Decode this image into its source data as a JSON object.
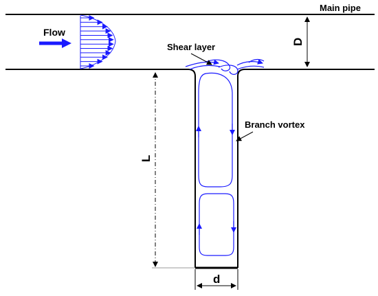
{
  "labels": {
    "main_pipe": "Main pipe",
    "flow": "Flow",
    "shear_layer": "Shear layer",
    "branch_vortex": "Branch vortex",
    "main_diameter": "D",
    "branch_length": "L",
    "branch_diameter": "d"
  },
  "colors": {
    "wall": "#000000",
    "flow": "#1a1aff",
    "dimension": "#000000"
  },
  "icons": {
    "flow_arrow": "right-arrow-icon"
  }
}
